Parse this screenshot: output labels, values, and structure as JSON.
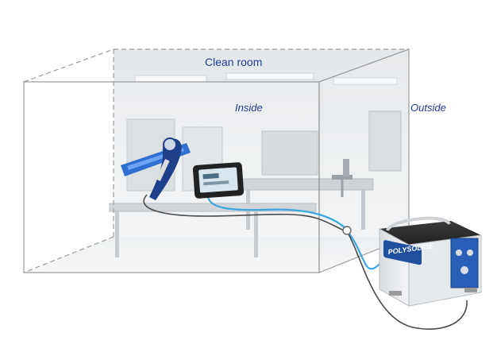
{
  "labels": {
    "clean_room": "Clean room",
    "inside": "Inside",
    "outside": "Outside"
  },
  "brand": {
    "name": "POLYSOLIDE"
  },
  "colors": {
    "label_blue": "#1f3a93",
    "cable_blue": "#3aa7e0",
    "cable_dark": "#4a4a4a",
    "room_edge": "#9a9a9a",
    "probe_blue": "#2f6fd1",
    "unit_blue": "#1f4f9e"
  }
}
